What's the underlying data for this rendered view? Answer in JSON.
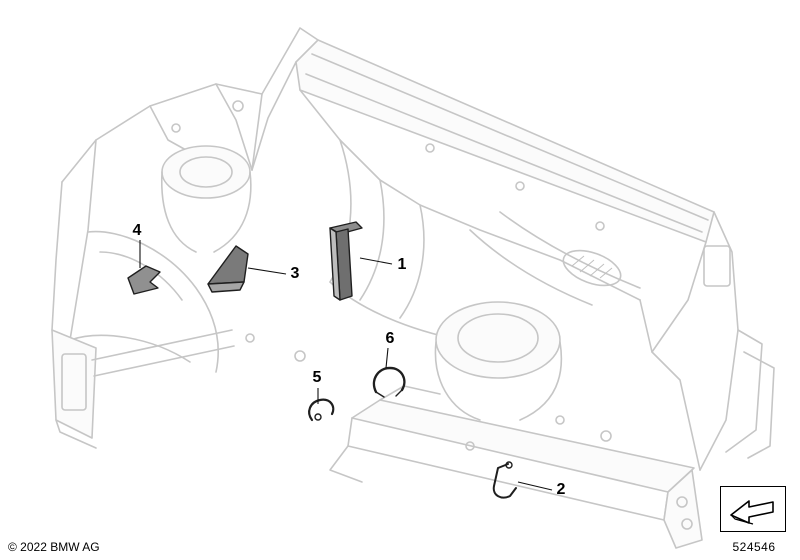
{
  "meta": {
    "copyright": "© 2022 BMW AG",
    "part_number": "524546"
  },
  "callouts": [
    {
      "label": "1"
    },
    {
      "label": "2"
    },
    {
      "label": "3"
    },
    {
      "label": "4"
    },
    {
      "label": "5"
    },
    {
      "label": "6"
    }
  ],
  "icons": {
    "direction_arrow": "direction-of-travel-arrow"
  }
}
